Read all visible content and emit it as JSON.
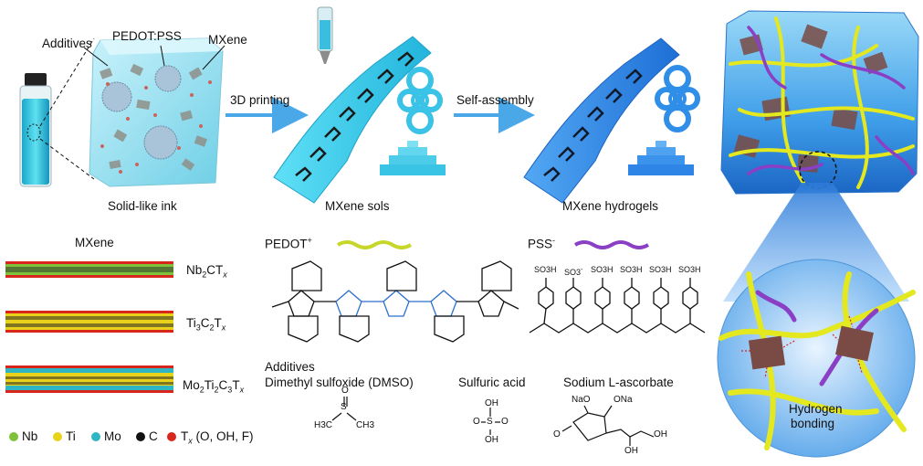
{
  "top": {
    "ink_labels": {
      "additives": "Additives",
      "pedot_pss": "PEDOT:PSS",
      "mxene": "MXene"
    },
    "arrow1": "3D printing",
    "arrow2": "Self-assembly",
    "captions": {
      "ink": "Solid-like ink",
      "sols": "MXene sols",
      "hydrogels": "MXene hydrogels"
    }
  },
  "mxene_panel": {
    "title": "MXene",
    "layers": [
      {
        "base": "Nb",
        "s1": "2",
        "mid": "CT",
        "s2": "x"
      },
      {
        "base": "Ti",
        "s1": "3",
        "mid": "C",
        "s2": "2",
        "end": "T",
        "s3": "x"
      },
      {
        "base": "Mo",
        "s1": "2",
        "mid": "Ti",
        "s2": "2",
        "c": "C",
        "s3": "3",
        "end": "T",
        "s4": "x"
      }
    ],
    "legend": [
      {
        "label": "Nb",
        "color": "#7dc23a"
      },
      {
        "label": "Ti",
        "color": "#e8d21a"
      },
      {
        "label": "Mo",
        "color": "#2fb5c3"
      },
      {
        "label": "C",
        "color": "#111111"
      },
      {
        "label": "T",
        "sub": "x",
        "suffix": " (O, OH, F)",
        "color": "#d8261c"
      }
    ]
  },
  "chem": {
    "pedot": "PEDOT",
    "pedot_sup": "+",
    "pss": "PSS",
    "pss_sup": "-",
    "so3h": "SO3H",
    "so3minus": "SO3",
    "additives_title": "Additives",
    "dmso": "Dimethyl sulfoxide (DMSO)",
    "sulfuric": "Sulfuric acid",
    "ascorbate": "Sodium L-ascorbate",
    "atoms": {
      "s": "S",
      "o": "O",
      "oh": "OH",
      "ona": "ONa",
      "nao": "NaO",
      "h3c": "H3C",
      "ch3": "CH3"
    }
  },
  "right": {
    "bubble_label_1": "Hydrogen",
    "bubble_label_2": "bonding"
  },
  "colors": {
    "pedot_line": "#c7d62a",
    "pss_line": "#8a3fc4",
    "arrow": "#4aa8e8",
    "sol": "#35c6e6",
    "gel": "#2a86e6"
  }
}
